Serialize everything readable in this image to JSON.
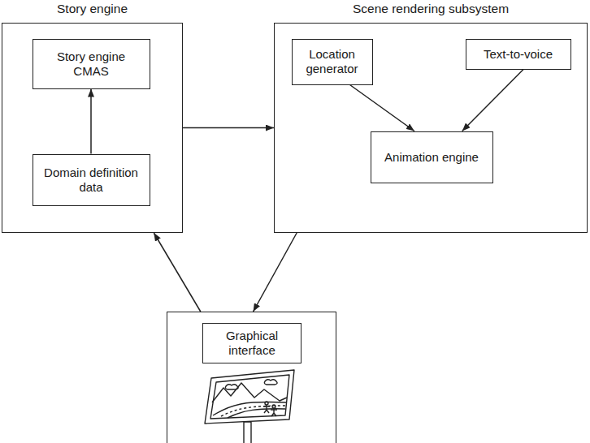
{
  "diagram": {
    "nodes": [
      {
        "text": [
          "Story engine"
        ]
      },
      {
        "text": [
          "Story engine CMAS"
        ],
        "in": 0
      },
      {
        "text": [
          "Domain definition data"
        ],
        "in": 0
      },
      {
        "text": [
          "Scene rendering subsystem"
        ]
      },
      {
        "text": [
          "Location generator"
        ],
        "in": 3
      },
      {
        "text": [
          "Text-to-voice"
        ],
        "in": 3
      },
      {
        "text": [
          "Animation engine"
        ],
        "in": 3
      },
      {
        "text": [
          "Graphical interface"
        ]
      }
    ],
    "edges": [
      {
        "from": 2,
        "to": 1,
        "arrow": "to"
      },
      {
        "from": 0,
        "to": 3,
        "arrow": "to"
      },
      {
        "from": 4,
        "to": 6,
        "arrow": "to"
      },
      {
        "from": 5,
        "to": 6,
        "arrow": "to"
      },
      {
        "from": 3,
        "to": 7,
        "arrow": "to"
      },
      {
        "from": 7,
        "to": 0,
        "arrow": "to"
      }
    ]
  }
}
